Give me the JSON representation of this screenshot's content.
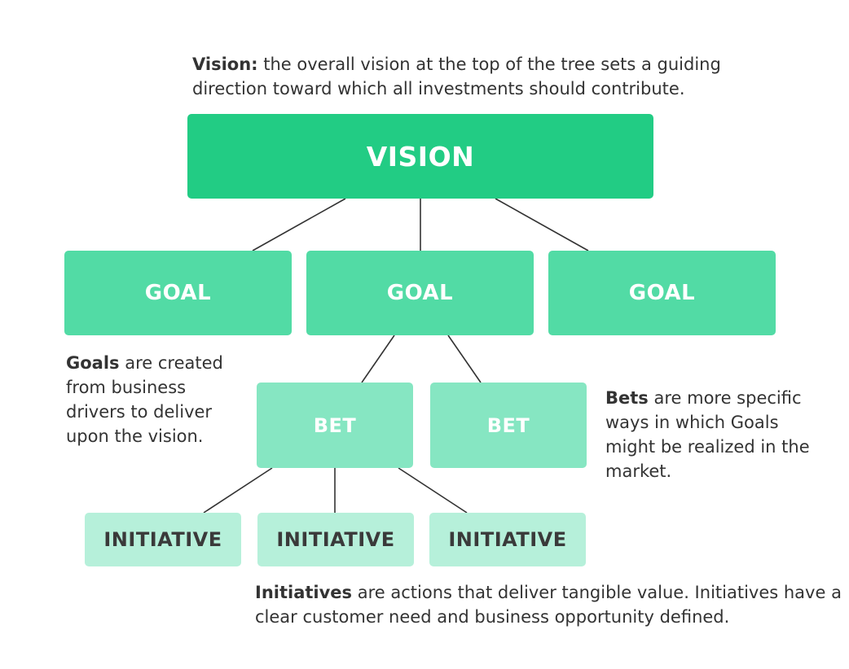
{
  "diagram": {
    "vision_node": {
      "label": "VISION",
      "color": "#22cc84"
    },
    "goal_nodes": [
      {
        "label": "GOAL",
        "color": "#52dba5"
      },
      {
        "label": "GOAL",
        "color": "#52dba5"
      },
      {
        "label": "GOAL",
        "color": "#52dba5"
      }
    ],
    "bet_nodes": [
      {
        "label": "BET",
        "color": "#86e6c2"
      },
      {
        "label": "BET",
        "color": "#86e6c2"
      }
    ],
    "initiative_nodes": [
      {
        "label": "INITIATIVE",
        "color": "#b6f0da"
      },
      {
        "label": "INITIATIVE",
        "color": "#b6f0da"
      },
      {
        "label": "INITIATIVE",
        "color": "#b6f0da"
      }
    ],
    "connector_color": "#333333"
  },
  "captions": {
    "vision": {
      "term": "Vision:",
      "text": " the overall vision at the top of the tree sets a guiding direction toward which all investments should contribute."
    },
    "goals": {
      "term": "Goals",
      "text": " are created from business drivers to deliver upon the vision."
    },
    "bets": {
      "term": "Bets",
      "text": " are more specific ways in which Goals might be realized in the market."
    },
    "initiatives": {
      "term": "Initiatives",
      "text": " are actions that deliver tangible value. Initiatives have a clear customer need and business opportunity defined."
    }
  }
}
